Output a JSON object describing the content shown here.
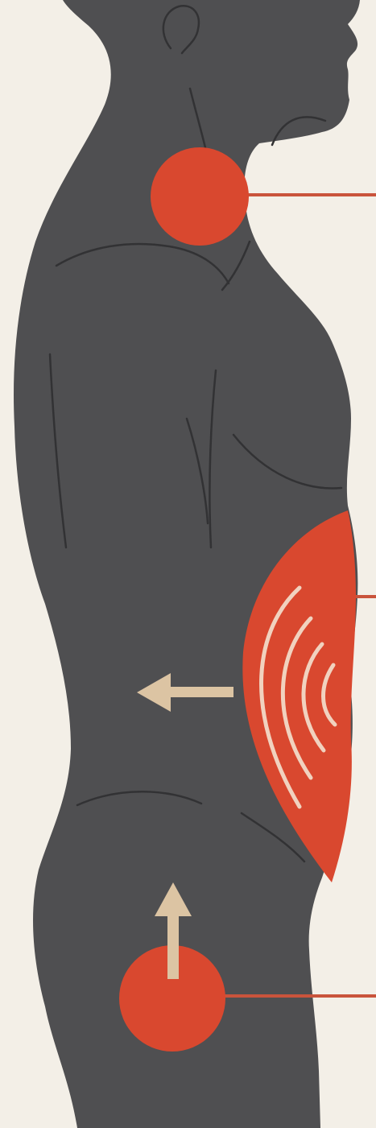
{
  "figure": {
    "subject": "side-profile-torso",
    "palette": {
      "background": "#f3efe7",
      "body": "#4f4f51",
      "contour": "#323234",
      "highlight": "#d9482f",
      "leader_line": "#c9543c",
      "arrow": "#dcc4a3",
      "waves": "#f1d2bf"
    },
    "markers": [
      {
        "id": "neck",
        "shape": "circle",
        "leader": true
      },
      {
        "id": "abdomen",
        "shape": "half-disc",
        "leader": true,
        "waves": 4
      },
      {
        "id": "pelvis",
        "shape": "circle",
        "leader": true
      }
    ],
    "arrows": [
      {
        "id": "abdomen-push",
        "direction": "left"
      },
      {
        "id": "pelvis-lift",
        "direction": "up"
      }
    ]
  }
}
